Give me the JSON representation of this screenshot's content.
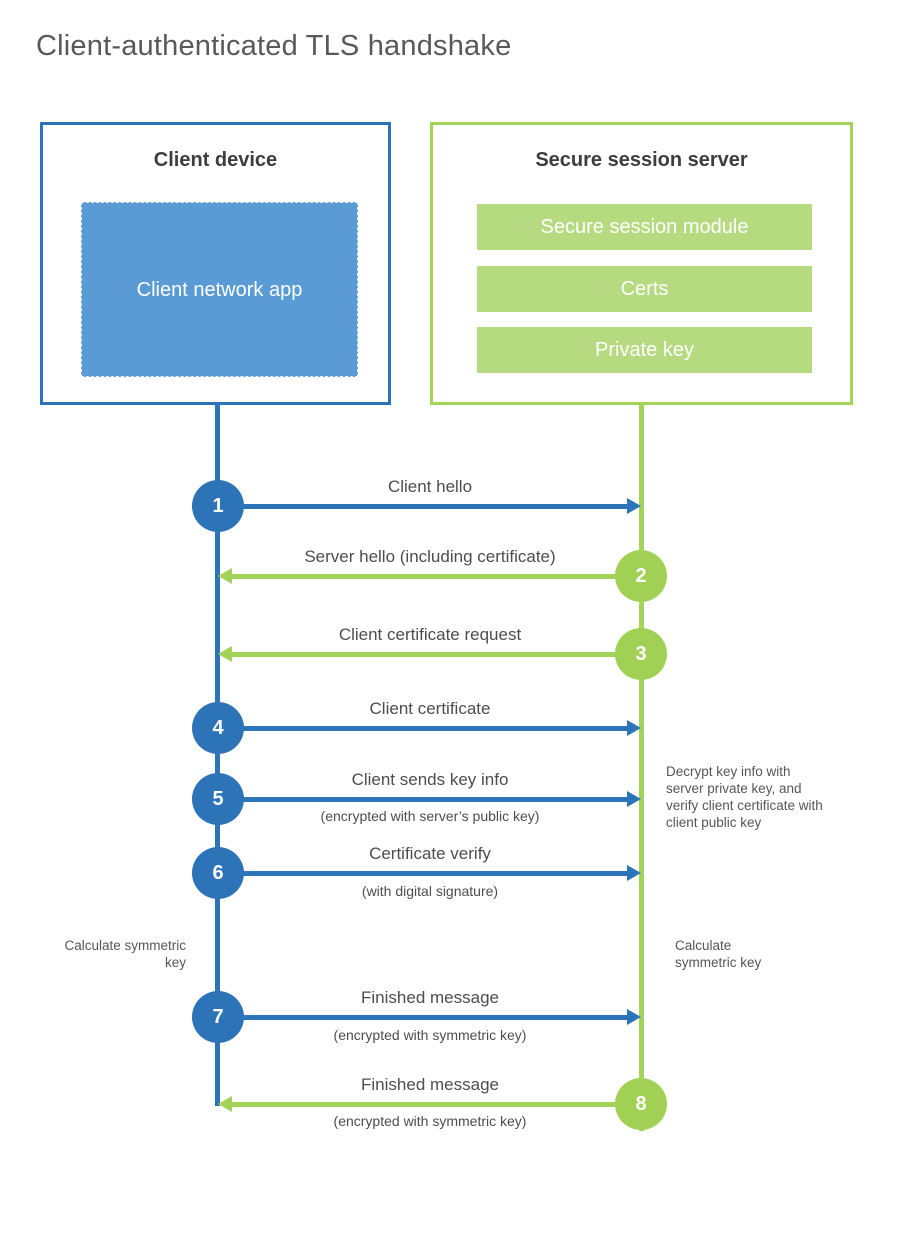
{
  "page": {
    "title": "Client-authenticated TLS handshake"
  },
  "colors": {
    "blue_accent": "#2c73b7",
    "blue_fill": "#5b9bd5",
    "green_accent": "#a2d45a",
    "green_circle": "#a0d155",
    "green_fill": "#b5da80",
    "text_dark": "#3d3d3d",
    "text_gray": "#595959"
  },
  "client": {
    "title": "Client device",
    "app_label": "Client network app"
  },
  "server": {
    "title": "Secure session server",
    "modules": [
      "Secure session module",
      "Certs",
      "Private key"
    ]
  },
  "messages": [
    {
      "num": "1",
      "label": "Client hello",
      "direction": "right",
      "color": "blue"
    },
    {
      "num": "2",
      "label": "Server hello (including certificate)",
      "direction": "left",
      "color": "green"
    },
    {
      "num": "3",
      "label": "Client certificate request",
      "direction": "left",
      "color": "green"
    },
    {
      "num": "4",
      "label": "Client certificate",
      "direction": "right",
      "color": "blue"
    },
    {
      "num": "5",
      "label": "Client sends key info",
      "sub": "(encrypted with server’s public key)",
      "direction": "right",
      "color": "blue"
    },
    {
      "num": "6",
      "label": "Certificate verify",
      "sub": "(with digital signature)",
      "direction": "right",
      "color": "blue"
    },
    {
      "num": "7",
      "label": "Finished message",
      "sub": "(encrypted with symmetric key)",
      "direction": "right",
      "color": "blue"
    },
    {
      "num": "8",
      "label": "Finished message",
      "sub": "(encrypted with symmetric key)",
      "direction": "left",
      "color": "green"
    }
  ],
  "notes": {
    "decrypt": "Decrypt key info with server private key, and verify client certificate with client public key",
    "calc_left": "Calculate symmetric key",
    "calc_right": "Calculate symmetric key"
  }
}
